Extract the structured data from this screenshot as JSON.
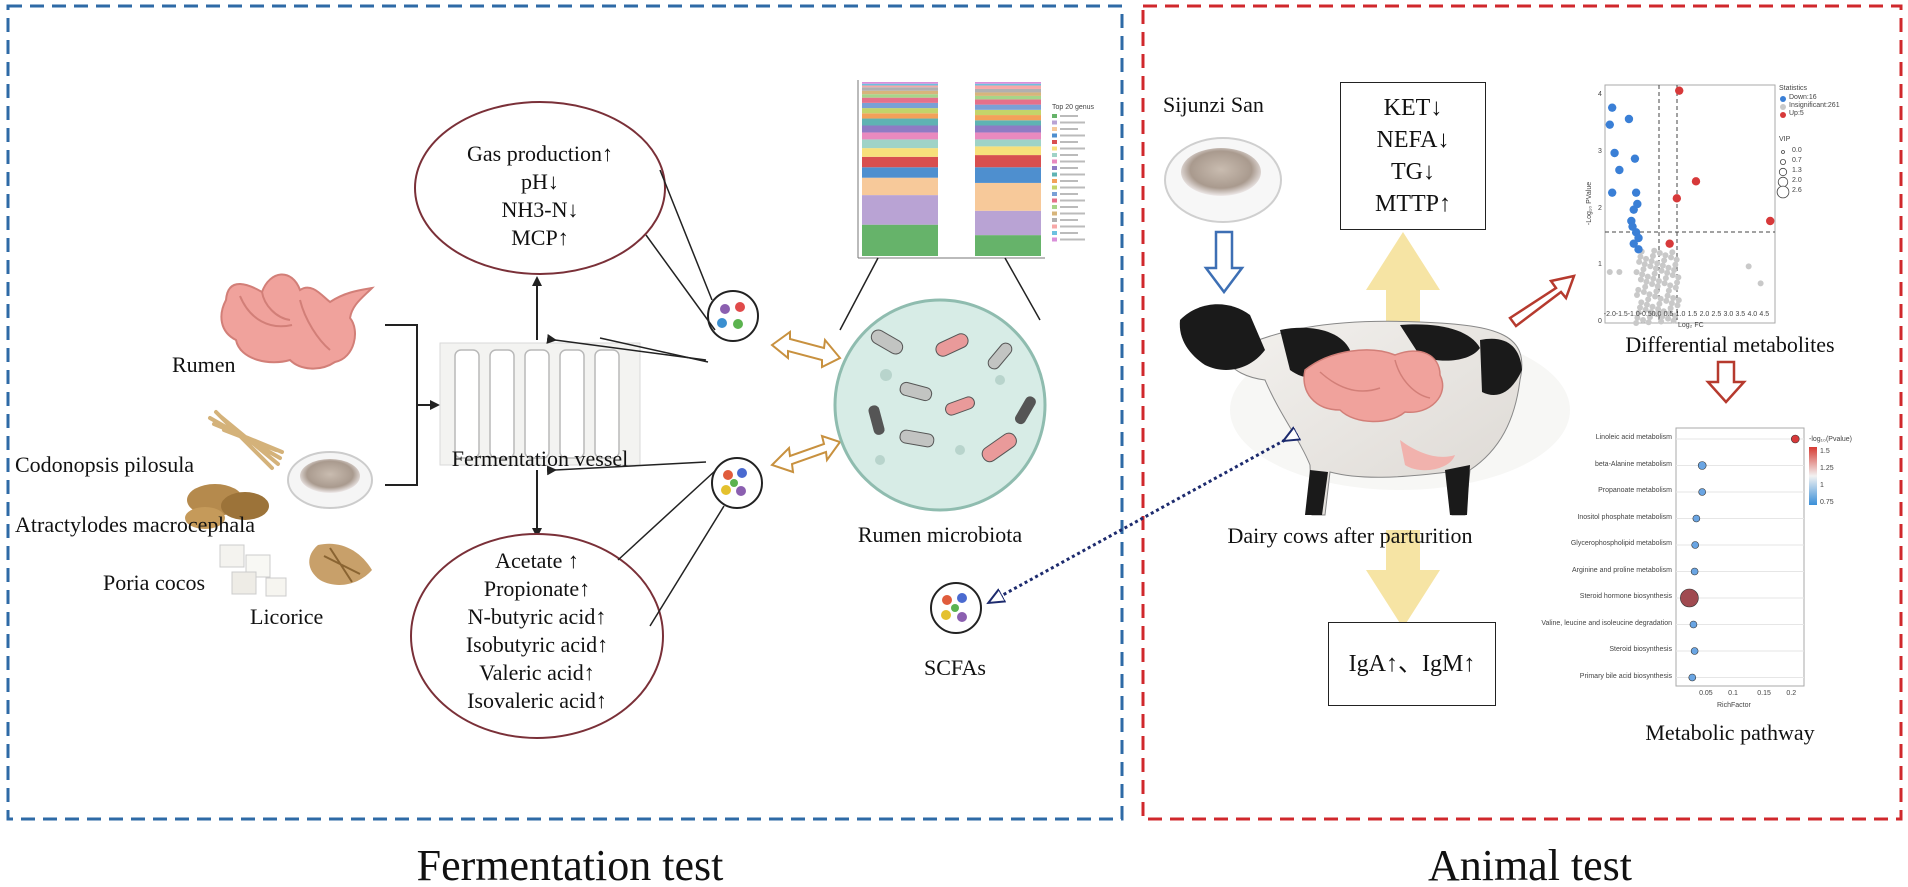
{
  "sections": {
    "left_title": "Fermentation test",
    "right_title": "Animal test"
  },
  "left": {
    "rumen": "Rumen",
    "herbs": [
      "Codonopsis pilosula",
      "Atractylodes macrocephala",
      "Poria cocos",
      "Licorice"
    ],
    "vessel": "Fermentation vessel",
    "top_outcomes": [
      "Gas production↑",
      "pH↓",
      "NH3-N↓",
      "MCP↑"
    ],
    "bottom_outcomes": [
      "Acetate ↑",
      "Propionate↑",
      "N-butyric acid↑",
      "Isobutyric acid↑",
      "Valeric acid↑",
      "Isovaleric acid↑"
    ],
    "microbiota": "Rumen microbiota",
    "scfas": "SCFAs",
    "genus_legend_title": "Top 20 genus"
  },
  "right": {
    "formula": "Sijunzi San",
    "markers": [
      "KET↓",
      "NEFA↓",
      "TG↓",
      "MTTP↑"
    ],
    "cow": "Dairy cows after parturition",
    "immune": "IgA↑、IgM↑",
    "diff_metabolites": "Differential metabolites",
    "pathway": "Metabolic pathway"
  },
  "volcano": {
    "xlabel": "Log₂ FC",
    "ylabel": "-Log₁₀ PValue",
    "legend_title": "Statistics",
    "legend": [
      "Down:16",
      "Insignificant:261",
      "Up:5"
    ],
    "vip_title": "VIP",
    "vip_values": [
      "0.0",
      "0.7",
      "1.3",
      "2.0",
      "2.6"
    ],
    "x_ticks": [
      "-2.0",
      "-1.5",
      "-1.0",
      "-0.5",
      "0.0",
      "0.5",
      "1.0",
      "1.5",
      "2.0",
      "2.5",
      "3.0",
      "3.5",
      "4.0",
      "4.5"
    ],
    "y_ticks": [
      "0",
      "1",
      "2",
      "3",
      "4"
    ]
  },
  "pathway_chart": {
    "xlabel": "RichFactor",
    "colorbar_title": "-log₁₀(Pvalue)",
    "colorbar_ticks": [
      "1.5",
      "1.25",
      "1",
      "0.75"
    ],
    "x_ticks": [
      "0.05",
      "0.1",
      "0.15",
      "0.2"
    ],
    "pathways": [
      "Linoleic acid metabolism",
      "beta-Alanine metabolism",
      "Propanoate metabolism",
      "Inositol phosphate metabolism",
      "Glycerophospholipid metabolism",
      "Arginine and proline metabolism",
      "Steroid hormone biosynthesis",
      "Valine, leucine and isoleucine degradation",
      "Steroid biosynthesis",
      "Primary bile acid biosynthesis"
    ]
  },
  "colors": {
    "left_frame": "#2e6aa6",
    "right_frame": "#d0282c",
    "ellipse": "#7a3038",
    "gold_arrow": "#c8913f",
    "yellow_arrow": "#f6e4a4",
    "red_arrow": "#b63a2e",
    "blue_arrow": "#3d6fb4",
    "rumen": "#f0a29c",
    "circle_fill": "#d7ece6"
  }
}
